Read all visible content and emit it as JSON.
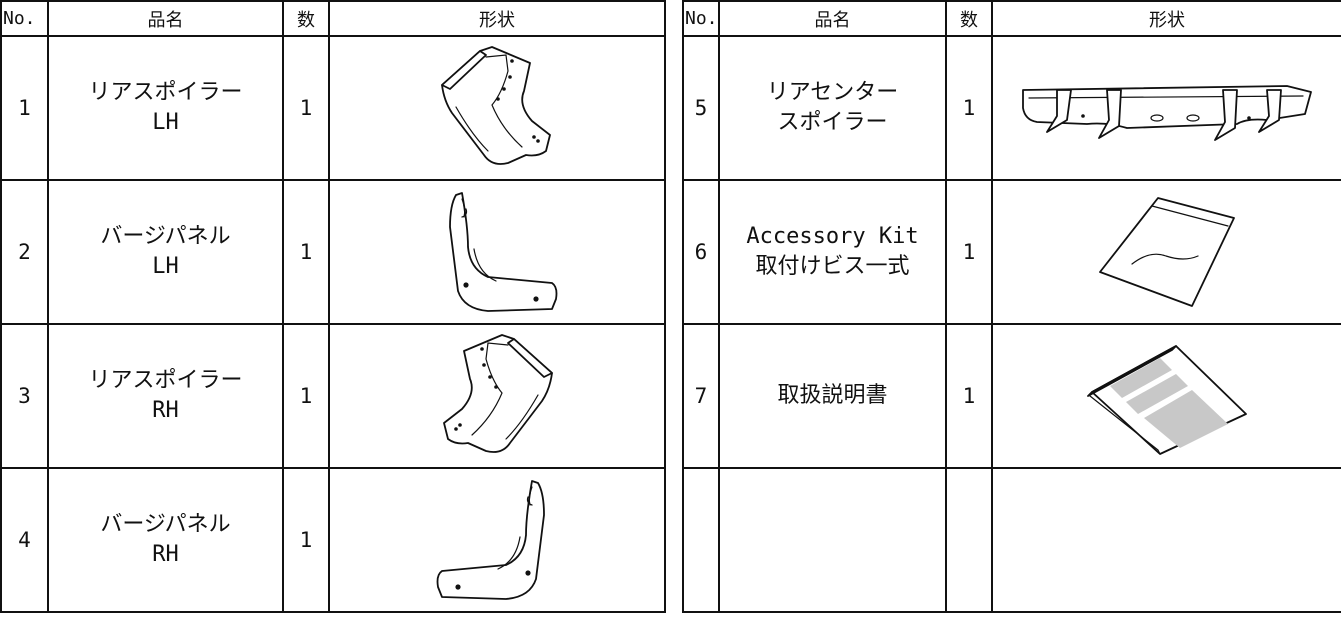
{
  "headers": {
    "no": "No.",
    "name": "品名",
    "qty": "数",
    "shape": "形状"
  },
  "left_rows": [
    {
      "no": "1",
      "name_line1": "リアスポイラー",
      "name_line2": "LH",
      "qty": "1"
    },
    {
      "no": "2",
      "name_line1": "バージパネル",
      "name_line2": "LH",
      "qty": "1"
    },
    {
      "no": "3",
      "name_line1": "リアスポイラー",
      "name_line2": "RH",
      "qty": "1"
    },
    {
      "no": "4",
      "name_line1": "バージパネル",
      "name_line2": "RH",
      "qty": "1"
    }
  ],
  "right_rows": [
    {
      "no": "5",
      "name_line1": "リアセンター",
      "name_line2": "スポイラー",
      "qty": "1"
    },
    {
      "no": "6",
      "name_line1": "Accessory Kit",
      "name_line2": "取付けビス一式",
      "qty": "1"
    },
    {
      "no": "7",
      "name_line1": "取扱説明書",
      "name_line2": "",
      "qty": "1"
    },
    {
      "no": "",
      "name_line1": "",
      "name_line2": "",
      "qty": ""
    }
  ]
}
